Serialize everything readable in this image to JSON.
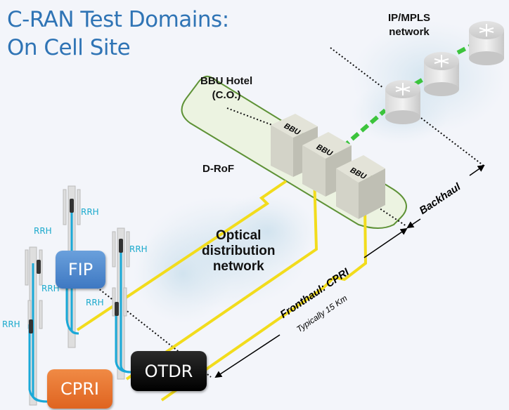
{
  "title": {
    "line1": "C-RAN Test Domains:",
    "line2": "On Cell Site",
    "color": "#2f74b5"
  },
  "labels": {
    "ipmpls_line1": "IP/MPLS",
    "ipmpls_line2": "network",
    "bbu_hotel_line1": "BBU Hotel",
    "bbu_hotel_line2": "(C.O.)",
    "d_rof": "D-RoF",
    "odn_line1": "Optical",
    "odn_line2": "distribution",
    "odn_line3": "network",
    "fronthaul": "Fronthaul: CPRI",
    "fronthaul_distance": "Typically 15 Km",
    "backhaul": "Backhaul"
  },
  "bbus": [
    {
      "label": "BBU"
    },
    {
      "label": "BBU"
    },
    {
      "label": "BBU"
    }
  ],
  "rrh_labels": [
    "RRH",
    "RRH",
    "RRH",
    "RRH",
    "RRH",
    "RRH"
  ],
  "test_tools": {
    "fip": {
      "label": "FIP",
      "color": "#4a86cf"
    },
    "cpri": {
      "label": "CPRI",
      "color": "#e8712d"
    },
    "otdr": {
      "label": "OTDR",
      "color": "#000000"
    }
  },
  "colors": {
    "fiber": "#f2dc1c",
    "ip_link": "#3cc43c",
    "rrh_cable": "#1aa9d8",
    "hotel_border": "#5e9236",
    "hotel_fill": "#eaf2dc"
  }
}
